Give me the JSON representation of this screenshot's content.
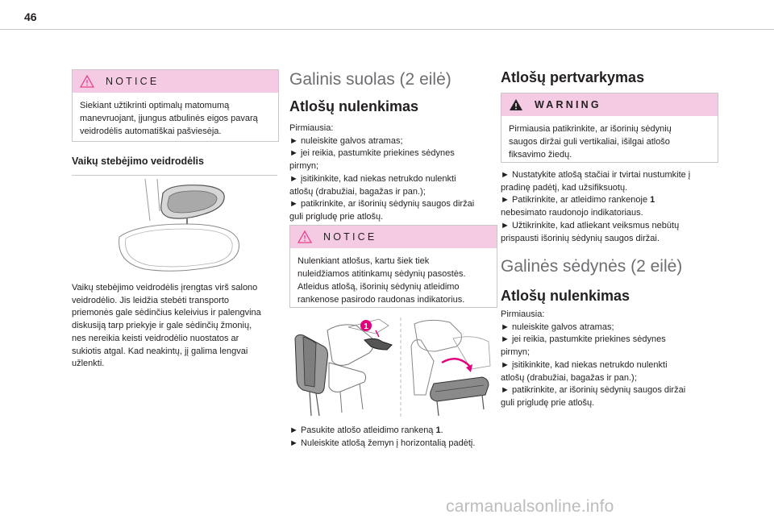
{
  "page": {
    "number": "46"
  },
  "left": {
    "notice": {
      "label": "NOTICE",
      "lines": [
        "Siekiant užtikrinti optimalų matomumą",
        "manevruojant, įjungus atbulinės eigos pavarą",
        "veidrodėlis automatiškai pašviesėja."
      ]
    },
    "subtitle": "Vaikų stebėjimo veidrodėlis",
    "body": [
      "Vaikų stebėjimo veidrodėlis įrengtas virš salono",
      "veidrodėlio. Jis leidžia stebėti transporto",
      "priemonės gale sėdinčius keleivius ir palengvina",
      "diskusiją tarp priekyje ir gale sėdinčių žmonių,",
      "nes nereikia keisti veidrodėlio nuostatos ar",
      "sukiotis atgal. Kad neakintų, jį galima lengvai",
      "užlenkti."
    ]
  },
  "middle": {
    "section_title": "Galinis suolas (2 eilė)",
    "heading": "Atlošų nulenkimas",
    "steps": [
      "Pirmiausia:",
      "► nuleiskite galvos atramas;",
      "► jei reikia, pastumkite priekines sėdynes",
      "pirmyn;",
      "► įsitikinkite, kad niekas netrukdo nulenkti",
      "atlošų (drabužiai, bagažas ir pan.);",
      "► patikrinkite, ar išorinių sėdynių saugos diržai",
      "guli prigludę prie atlošų."
    ],
    "notice": {
      "label": "NOTICE",
      "lines": [
        "Nulenkiant atlošus, kartu šiek tiek",
        "nuleidžiamos atitinkamų sėdynių pasostės.",
        "Atleidus atlošą, išorinių sėdynių atleidimo",
        "rankenose pasirodo raudonas indikatorius."
      ]
    },
    "figure_callout": "1",
    "after": [
      {
        "pre": "► Pasukite atlošo atleidimo rankeną ",
        "bold": "1",
        "post": "."
      },
      {
        "pre": "► Nuleiskite atlošą žemyn į horizontalią padėtį.",
        "bold": "",
        "post": ""
      }
    ]
  },
  "right": {
    "heading": "Atlošų pertvarkymas",
    "warning": {
      "label": "WARNING",
      "lines": [
        "Pirmiausia patikrinkite, ar išorinių sėdynių",
        "saugos diržai guli vertikaliai, išilgai atlošo",
        "fiksavimo žiedų."
      ]
    },
    "steps": [
      {
        "pre": "► Nustatykite atlošą stačiai ir tvirtai nustumkite į",
        "bold": "",
        "post": ""
      },
      {
        "pre": "pradinę padėtį, kad užsifiksuotų.",
        "bold": "",
        "post": ""
      },
      {
        "pre": "► Patikrinkite, ar atleidimo rankenoje ",
        "bold": "1",
        "post": ""
      },
      {
        "pre": "nebesimato raudonojo indikatoriaus.",
        "bold": "",
        "post": ""
      },
      {
        "pre": "► Užtikrinkite, kad atliekant veiksmus nebūtų",
        "bold": "",
        "post": ""
      },
      {
        "pre": "prispausti išorinių sėdynių saugos diržai.",
        "bold": "",
        "post": ""
      }
    ],
    "section_title": "Galinės sėdynės (2 eilė)",
    "heading2": "Atlošų nulenkimas",
    "steps2": [
      "Pirmiausia:",
      "► nuleiskite galvos atramas;",
      "► jei reikia, pastumkite priekines sėdynes",
      "pirmyn;",
      "► įsitikinkite, kad niekas netrukdo nulenkti",
      "atlošų (drabužiai, bagažas ir pan.);",
      "► patikrinkite, ar išorinių sėdynių saugos diržai",
      "guli prigludę prie atlošų."
    ]
  },
  "watermark": "carmanualsonline.info",
  "colors": {
    "notice_bg": "#f4cbe2",
    "notice_icon": "#e9418e",
    "heading_gray": "#6d6e71",
    "accent": "#e4007d"
  }
}
